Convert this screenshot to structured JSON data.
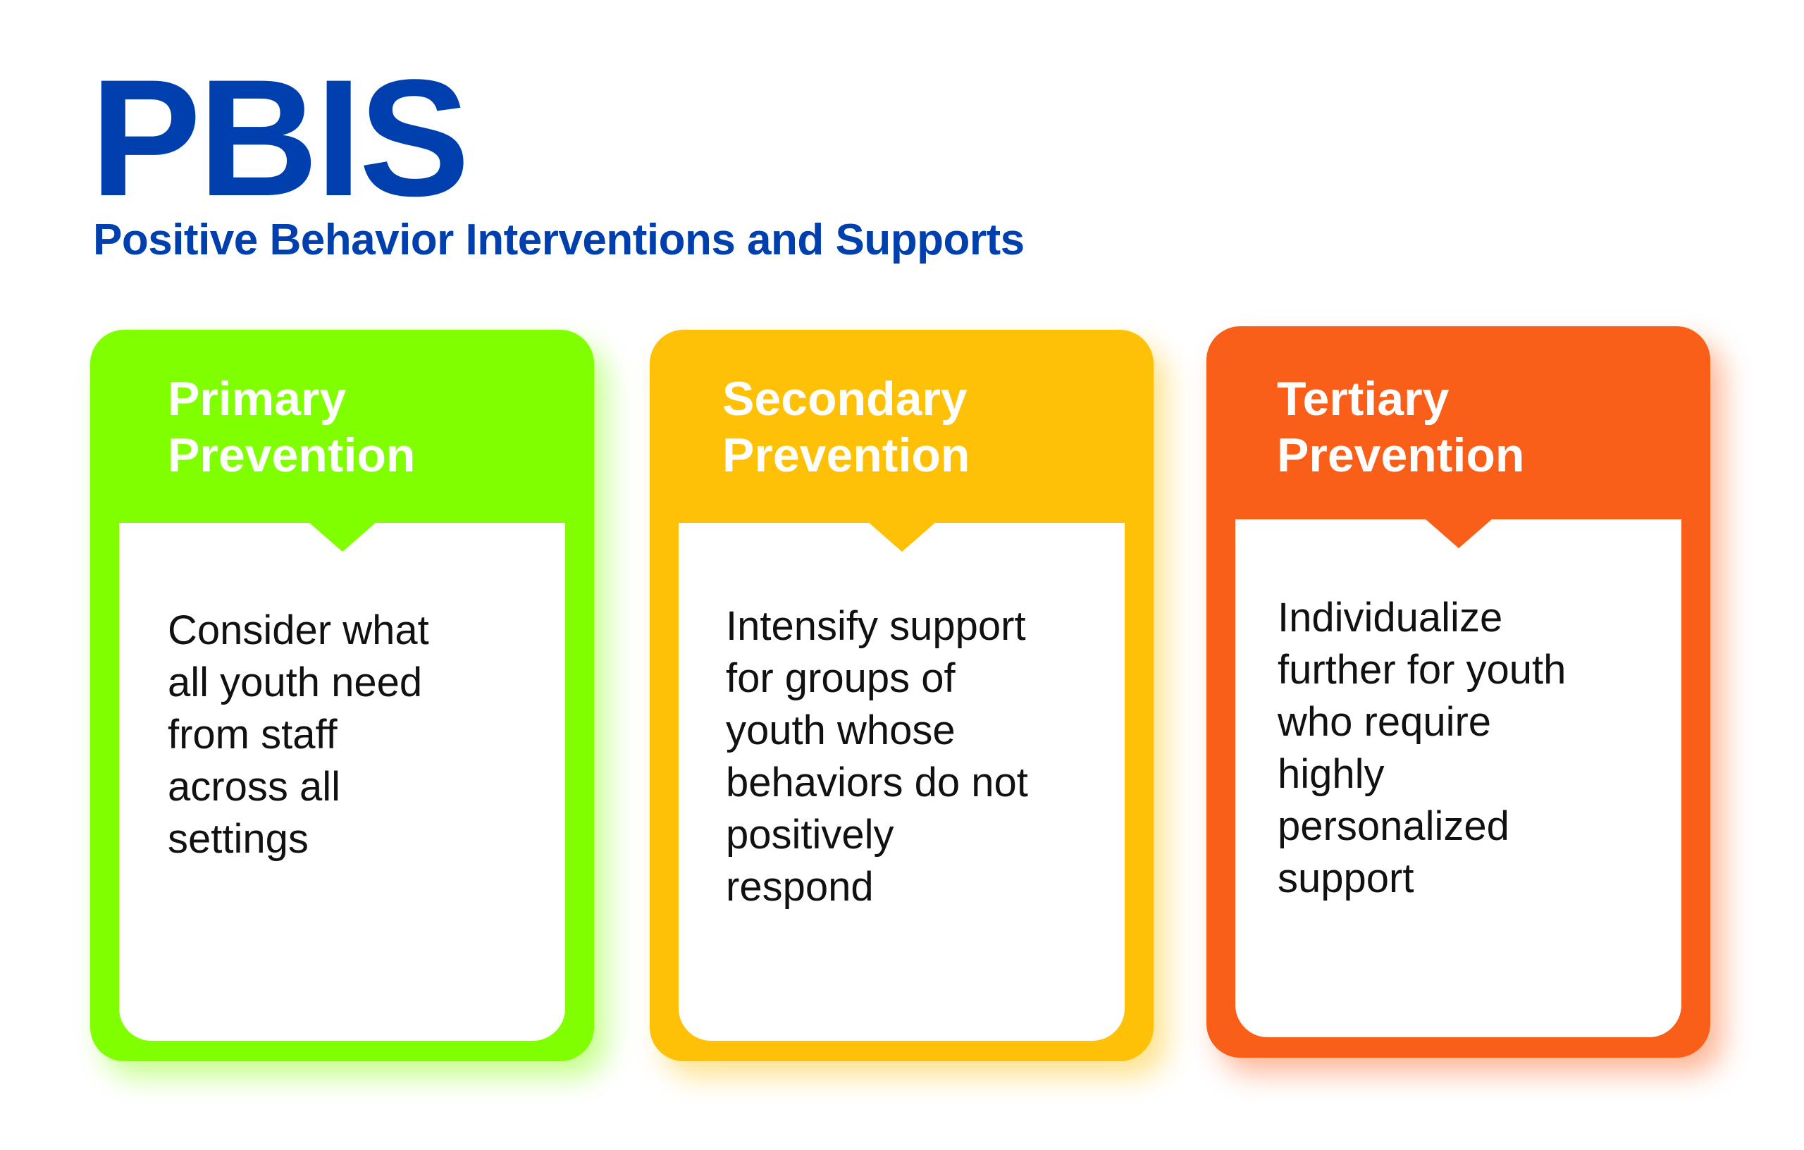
{
  "header": {
    "title": "PBIS",
    "subtitle": "Positive Behavior Interventions and Supports"
  },
  "colors": {
    "brand_blue": "#003fae",
    "primary": "#80ff00",
    "secondary": "#ffc107",
    "tertiary": "#fa5f1a"
  },
  "cards": [
    {
      "heading_line1": "Primary",
      "heading_line2": "Prevention",
      "body_lines": [
        "Consider what",
        "all youth need",
        "from staff",
        "across all",
        "settings"
      ]
    },
    {
      "heading_line1": "Secondary",
      "heading_line2": "Prevention",
      "body_lines": [
        "Intensify support",
        "for groups of",
        "youth whose",
        "behaviors do not",
        "positively",
        "respond"
      ]
    },
    {
      "heading_line1": "Tertiary",
      "heading_line2": "Prevention",
      "body_lines": [
        "Individualize",
        "further for youth",
        "who require",
        "highly",
        "personalized",
        "support"
      ]
    }
  ]
}
